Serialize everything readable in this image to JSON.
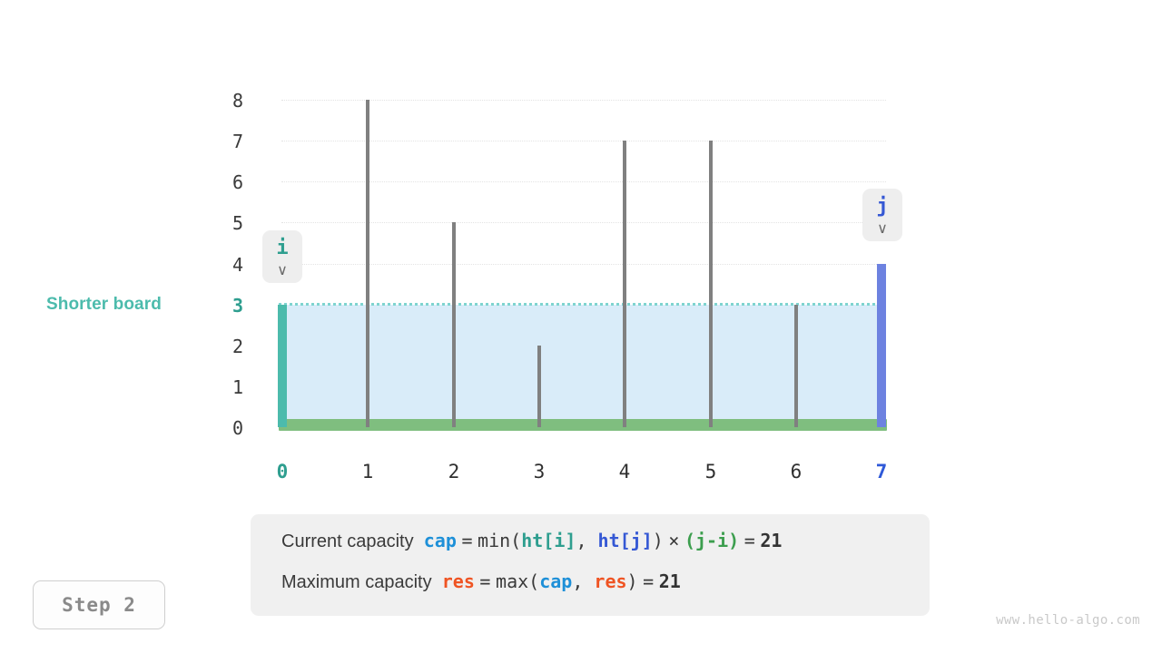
{
  "chart_data": {
    "type": "bar",
    "title": "",
    "xlabel": "",
    "ylabel": "",
    "categories": [
      "0",
      "1",
      "2",
      "3",
      "4",
      "5",
      "6",
      "7"
    ],
    "values": [
      3,
      8,
      5,
      2,
      7,
      7,
      3,
      4
    ],
    "ylim": [
      0,
      8
    ],
    "xlim": [
      0,
      7
    ],
    "yticks": [
      "0",
      "1",
      "2",
      "3",
      "4",
      "5",
      "6",
      "7",
      "8"
    ],
    "xticks": [
      "0",
      "1",
      "2",
      "3",
      "4",
      "5",
      "6",
      "7"
    ],
    "grid": true,
    "legend": "none",
    "highlight": {
      "left_index": 0,
      "right_index": 7,
      "water_level": 3,
      "water_left_index": 0,
      "water_right_index": 7
    },
    "annotations": [
      {
        "name": "shorter-board",
        "text": "Shorter board",
        "at_y": 3
      },
      {
        "name": "pointer-i",
        "text": "i",
        "at_x": 0
      },
      {
        "name": "pointer-j",
        "text": "j",
        "at_x": 7
      }
    ],
    "colors": {
      "bar": "#808080",
      "left_pointer_bar": "#4cbbac",
      "right_pointer_bar": "#6d82e0",
      "water": "#d9ecf9",
      "waterline": "#7fd4d0",
      "ground": "#7fbe7f",
      "grid": "#e3e3e3"
    }
  },
  "annotations": {
    "shorter_board_label": "Shorter board",
    "pointer_i": {
      "letter": "i",
      "arrow": "∨",
      "color": "#2e9e8f"
    },
    "pointer_j": {
      "letter": "j",
      "arrow": "∨",
      "color": "#3558d4"
    }
  },
  "formula": {
    "line1": {
      "prefix": "Current capacity",
      "var": "cap",
      "eq1": "=",
      "fn": "min(",
      "arg1": "ht[i]",
      "comma": ", ",
      "arg2": "ht[j]",
      "close": ")",
      "times": "×",
      "dist": "(j-i)",
      "eq2": "=",
      "result": "21"
    },
    "line2": {
      "prefix": "Maximum capacity",
      "var": "res",
      "eq1": "=",
      "fn": "max(",
      "arg1": "cap",
      "comma": ", ",
      "arg2": "res",
      "close": ")",
      "eq2": "=",
      "result": "21"
    }
  },
  "step_badge": {
    "label": "Step 2"
  },
  "watermark": {
    "text": "www.hello-algo.com"
  }
}
